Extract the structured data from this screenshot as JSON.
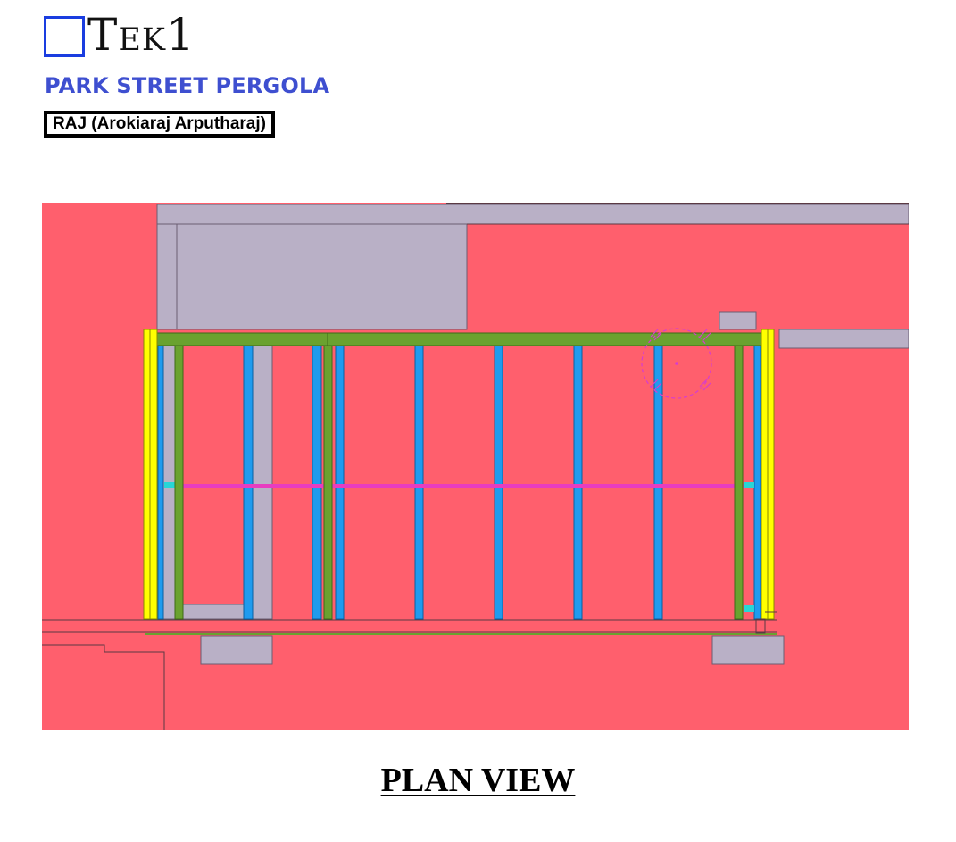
{
  "header": {
    "logo_text": "Tek1",
    "project_title": "PARK STREET PERGOLA",
    "designer": "RAJ (Arokiaraj Arputharaj)"
  },
  "drawing": {
    "view_label": "PLAN VIEW",
    "colors": {
      "background": "#ff5f6d",
      "slab": "#b9b0c6",
      "beam": "#6aa22f",
      "rafter": "#1f9bee",
      "post": "#ffff00",
      "tie": "#e83cc0",
      "connector": "#27d6d6",
      "callout": "#d63cd0"
    }
  }
}
